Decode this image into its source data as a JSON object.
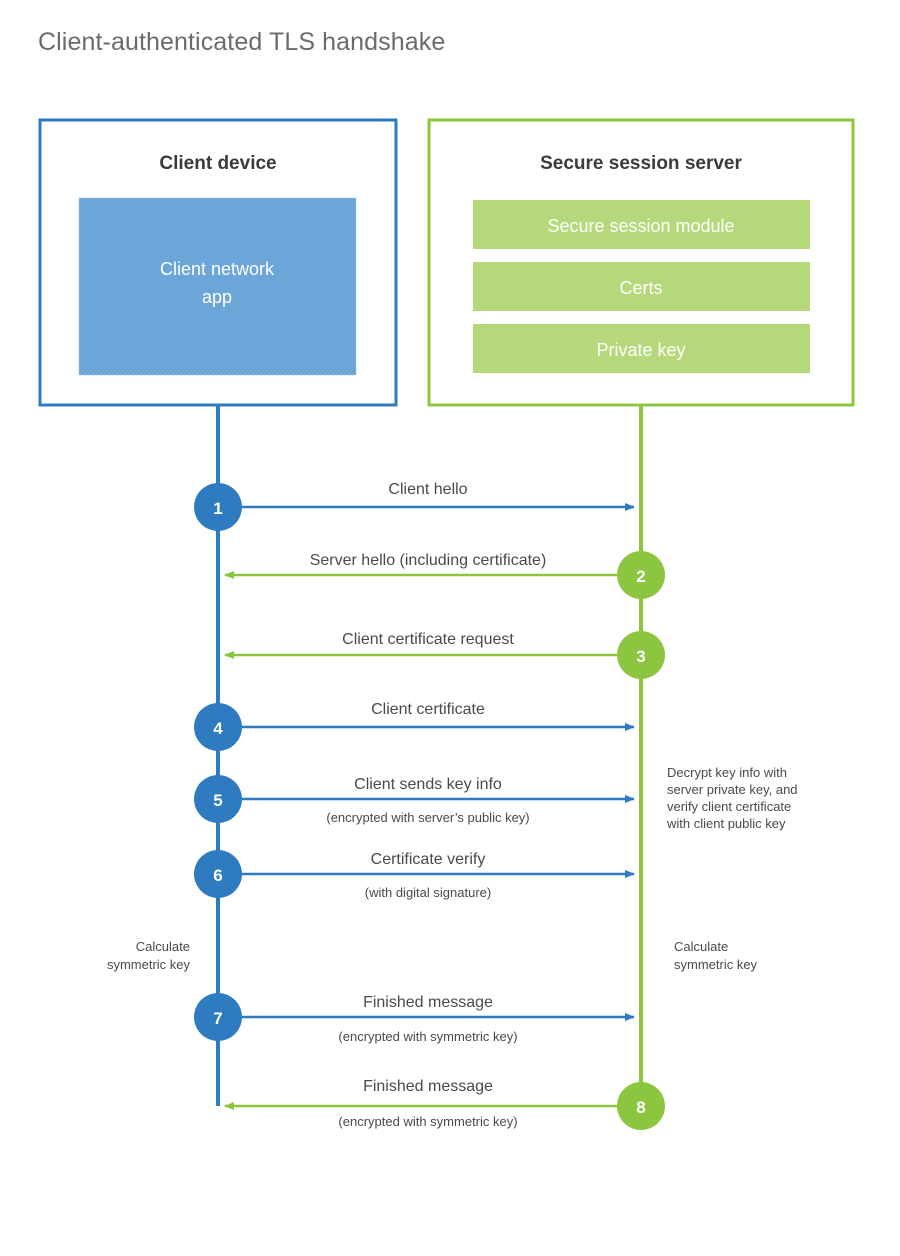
{
  "title": "Client-authenticated TLS handshake",
  "colors": {
    "client_blue": "#2E7BBF",
    "client_fill": "#6CA6D9",
    "server_green": "#8CC63F",
    "server_fill": "#B5D97A",
    "text": "#4a4a4a",
    "title_text": "#6b6b6b",
    "heading_text": "#3b3b3b",
    "background": "#ffffff"
  },
  "client": {
    "title": "Client device",
    "components": [
      {
        "label": "Client network app"
      }
    ]
  },
  "server": {
    "title": "Secure session server",
    "components": [
      {
        "label": "Secure session module"
      },
      {
        "label": "Certs"
      },
      {
        "label": "Private key"
      }
    ]
  },
  "steps": [
    {
      "number": "1",
      "label": "Client hello",
      "sublabel": "",
      "direction": "client-to-server",
      "origin": "client"
    },
    {
      "number": "2",
      "label": "Server hello (including certificate)",
      "sublabel": "",
      "direction": "server-to-client",
      "origin": "server"
    },
    {
      "number": "3",
      "label": "Client certificate request",
      "sublabel": "",
      "direction": "server-to-client",
      "origin": "server"
    },
    {
      "number": "4",
      "label": "Client certificate",
      "sublabel": "",
      "direction": "client-to-server",
      "origin": "client"
    },
    {
      "number": "5",
      "label": "Client sends key info",
      "sublabel": "(encrypted with server’s public key)",
      "direction": "client-to-server",
      "origin": "client"
    },
    {
      "number": "6",
      "label": "Certificate verify",
      "sublabel": "(with digital signature)",
      "direction": "client-to-server",
      "origin": "client"
    },
    {
      "number": "7",
      "label": "Finished message",
      "sublabel": "(encrypted with symmetric key)",
      "direction": "client-to-server",
      "origin": "client"
    },
    {
      "number": "8",
      "label": "Finished message",
      "sublabel": "(encrypted with symmetric key)",
      "direction": "server-to-client",
      "origin": "server"
    }
  ],
  "notes": {
    "server_decrypt": [
      "Decrypt key info with",
      "server private key, and",
      "verify client certificate",
      "with client public key"
    ],
    "client_calculate": [
      "Calculate",
      "symmetric key"
    ],
    "server_calculate": [
      "Calculate",
      "symmetric key"
    ]
  }
}
